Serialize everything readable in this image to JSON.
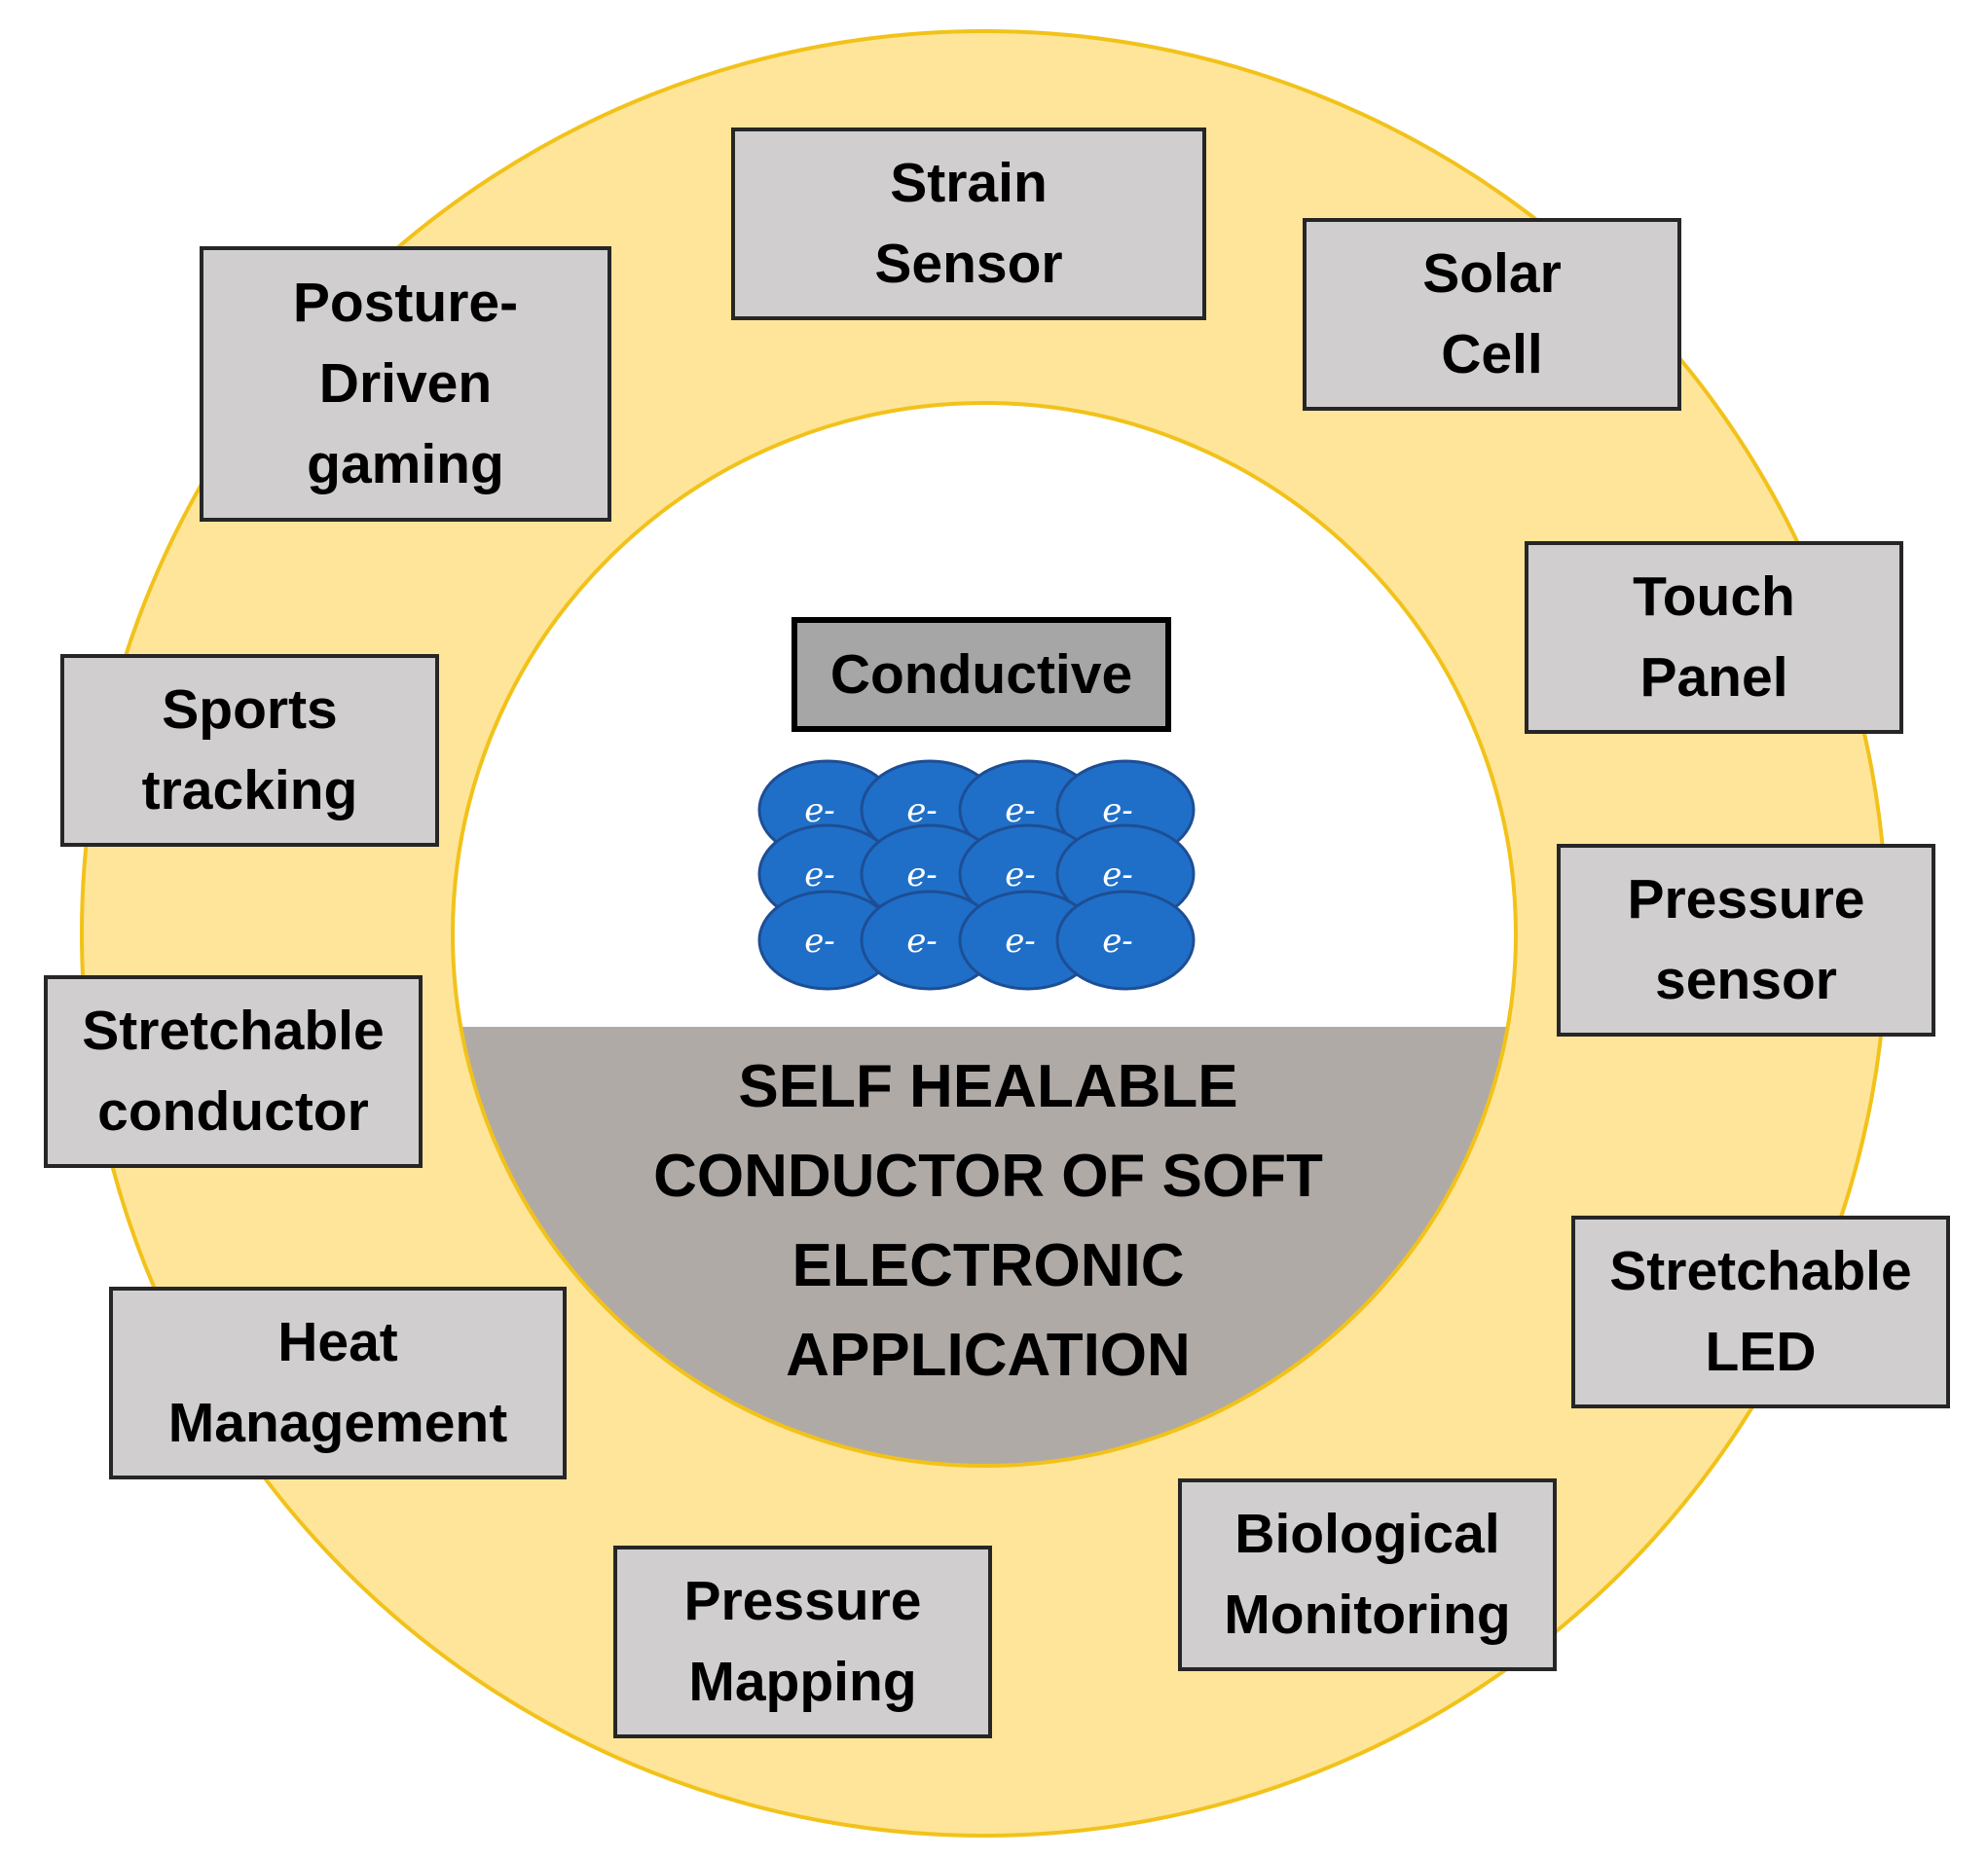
{
  "diagram": {
    "center_title": "SELF HEALABLE\nCONDUCTOR OF SOFT\nELECTRONIC\nAPPLICATION",
    "conductive_label": "Conductive",
    "electron_label": "e-",
    "colors": {
      "outer_ring": "#fee599",
      "ring_border": "#f2c21a",
      "inner_white": "#ffffff",
      "inner_gray": "#b0aaa7",
      "box_fill": "#d0cece",
      "conductive_fill": "#a6a6a6",
      "electron_fill": "#1f6fc8",
      "electron_stroke": "#1d4e95"
    },
    "applications": [
      {
        "id": "strain-sensor",
        "label": "Strain\nSensor"
      },
      {
        "id": "solar-cell",
        "label": "Solar\nCell"
      },
      {
        "id": "touch-panel",
        "label": "Touch\nPanel"
      },
      {
        "id": "pressure-sensor",
        "label": "Pressure\nsensor"
      },
      {
        "id": "stretchable-led",
        "label": "Stretchable\nLED"
      },
      {
        "id": "biological-monitoring",
        "label": "Biological\nMonitoring"
      },
      {
        "id": "pressure-mapping",
        "label": "Pressure\nMapping"
      },
      {
        "id": "heat-management",
        "label": "Heat\nManagement"
      },
      {
        "id": "stretchable-conductor",
        "label": "Stretchable\nconductor"
      },
      {
        "id": "sports-tracking",
        "label": "Sports\ntracking"
      },
      {
        "id": "posture-driven-gaming",
        "label": "Posture-\nDriven\ngaming"
      }
    ]
  }
}
